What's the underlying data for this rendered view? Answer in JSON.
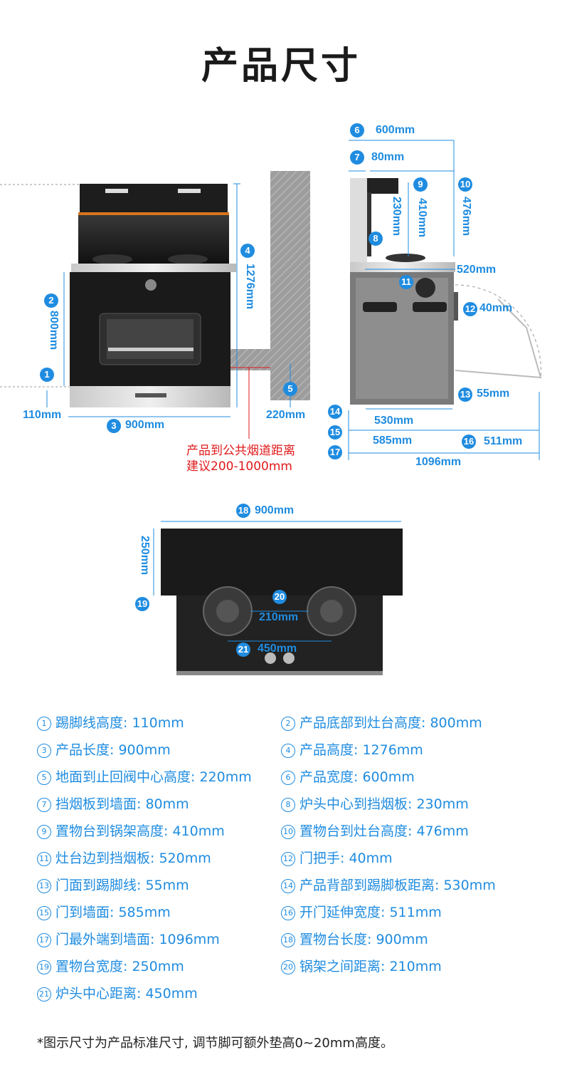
{
  "title": "产品尺寸",
  "colors": {
    "accent": "#1f8ce0",
    "note": "#e0191b",
    "appliance_dark": "#2a2a2a"
  },
  "front_view": {
    "badges": [
      "1",
      "2",
      "3",
      "4",
      "5"
    ],
    "dims": {
      "d1": "110mm",
      "d2": "800mm",
      "d3": "900mm",
      "d4": "1276mm",
      "d5": "220mm"
    },
    "note_line1": "产品到公共烟道距离",
    "note_line2": "建议200-1000mm"
  },
  "side_view": {
    "badges": [
      "6",
      "7",
      "8",
      "9",
      "10",
      "11",
      "12",
      "13",
      "14",
      "15",
      "16",
      "17"
    ],
    "dims": {
      "d6": "600mm",
      "d7": "80mm",
      "d8": "230mm",
      "d9": "410mm",
      "d10": "476mm",
      "d11": "520mm",
      "d12": "40mm",
      "d13": "55mm",
      "d14": "530mm",
      "d15": "585mm",
      "d16": "511mm",
      "d17": "1096mm"
    }
  },
  "top_view": {
    "badges": [
      "18",
      "19",
      "20",
      "21"
    ],
    "dims": {
      "d18": "900mm",
      "d19": "250mm",
      "d20": "210mm",
      "d21": "450mm"
    }
  },
  "specs": [
    {
      "num": "1",
      "text": "踢脚线高度: 110mm"
    },
    {
      "num": "2",
      "text": "产品底部到灶台高度: 800mm"
    },
    {
      "num": "3",
      "text": "产品长度: 900mm"
    },
    {
      "num": "4",
      "text": "产品高度: 1276mm"
    },
    {
      "num": "5",
      "text": "地面到止回阀中心高度: 220mm"
    },
    {
      "num": "6",
      "text": "产品宽度: 600mm"
    },
    {
      "num": "7",
      "text": "挡烟板到墙面: 80mm"
    },
    {
      "num": "8",
      "text": "炉头中心到挡烟板: 230mm"
    },
    {
      "num": "9",
      "text": "置物台到锅架高度: 410mm"
    },
    {
      "num": "10",
      "text": "置物台到灶台高度: 476mm"
    },
    {
      "num": "11",
      "text": "灶台边到挡烟板: 520mm"
    },
    {
      "num": "12",
      "text": "门把手: 40mm"
    },
    {
      "num": "13",
      "text": "门面到踢脚线: 55mm"
    },
    {
      "num": "14",
      "text": "产品背部到踢脚板距离: 530mm"
    },
    {
      "num": "15",
      "text": "门到墙面: 585mm"
    },
    {
      "num": "16",
      "text": "开门延伸宽度: 511mm"
    },
    {
      "num": "17",
      "text": "门最外端到墙面: 1096mm"
    },
    {
      "num": "18",
      "text": "置物台长度: 900mm"
    },
    {
      "num": "19",
      "text": "置物台宽度: 250mm"
    },
    {
      "num": "20",
      "text": "锅架之间距离: 210mm"
    },
    {
      "num": "21",
      "text": "炉头中心距离: 450mm"
    }
  ],
  "footnote": "*图示尺寸为产品标准尺寸, 调节脚可额外垫高0~20mm高度。"
}
